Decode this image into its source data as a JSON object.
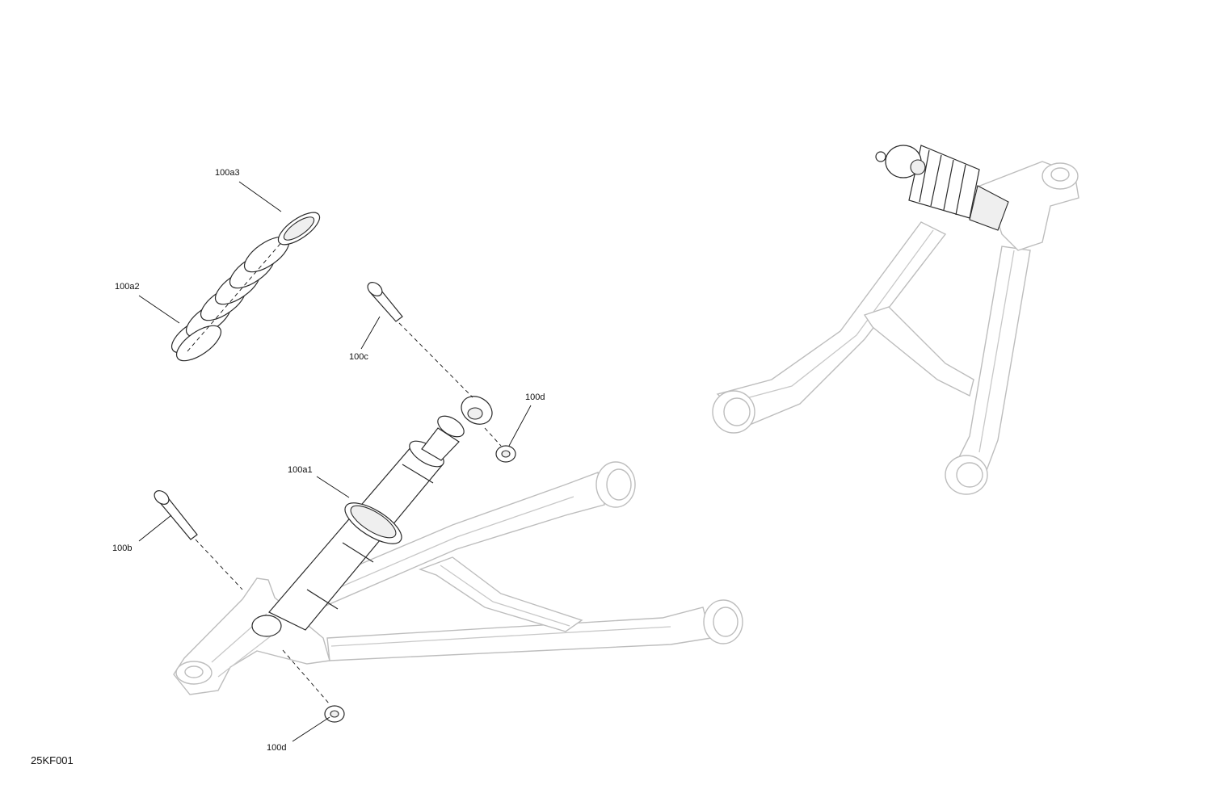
{
  "diagram": {
    "drawing_code": "25KF001",
    "callouts": {
      "a3": "100a3",
      "a2": "100a2",
      "c": "100c",
      "d_top": "100d",
      "a1": "100a1",
      "b": "100b",
      "d_bottom": "100d"
    },
    "colors": {
      "line_dark": "#2a2a2a",
      "line_light": "#bdbdbd",
      "background": "#ffffff"
    }
  }
}
